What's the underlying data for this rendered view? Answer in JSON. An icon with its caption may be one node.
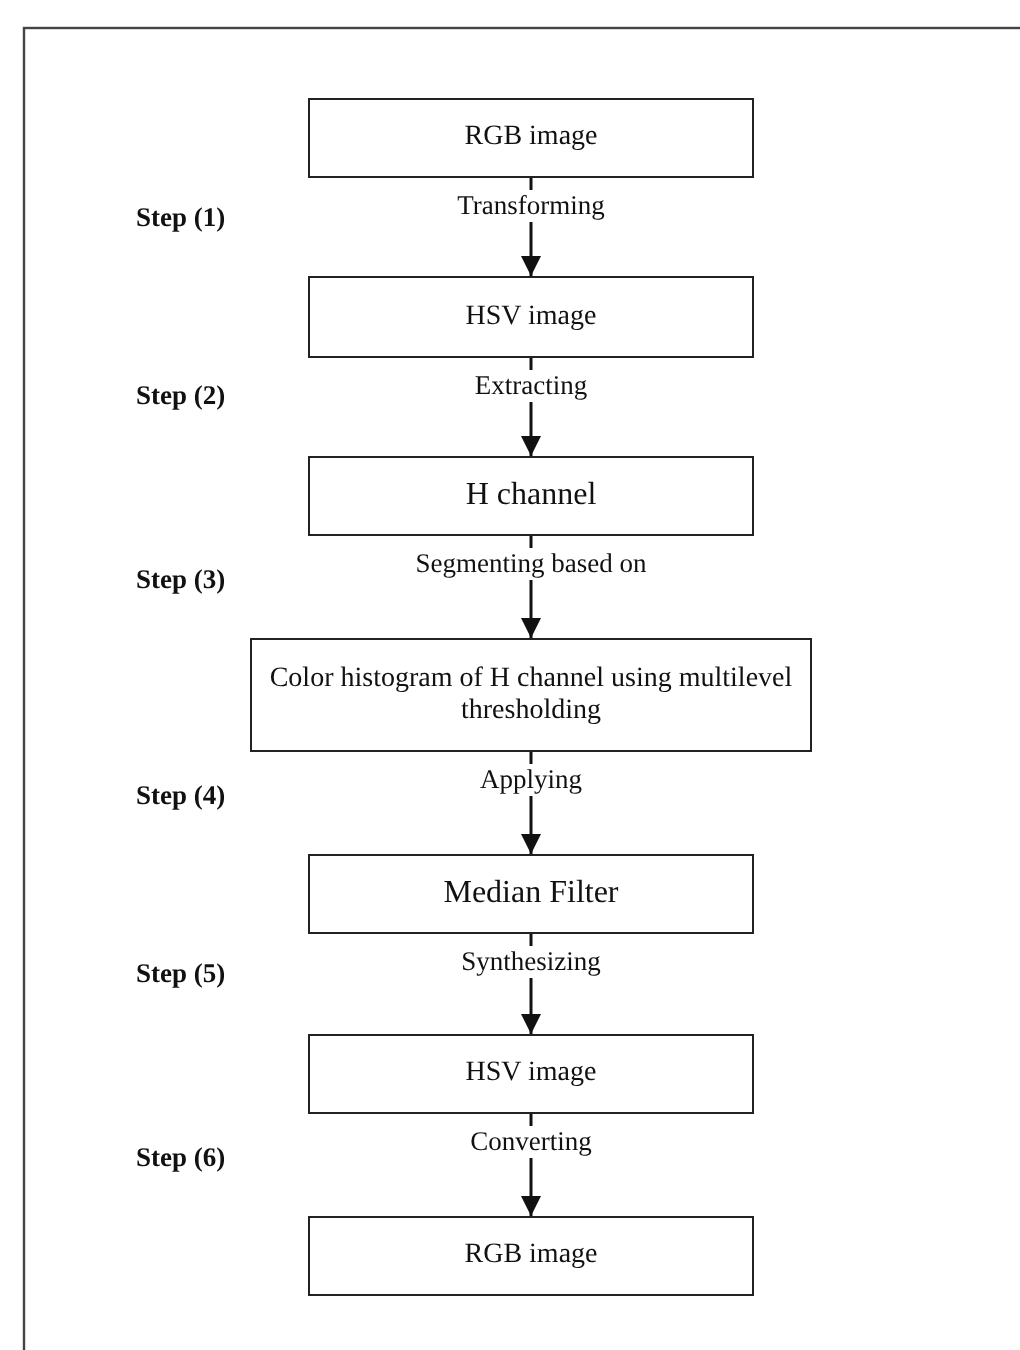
{
  "diagram": {
    "nodes": [
      {
        "text": [
          "RGB image"
        ]
      },
      {
        "text": [
          "HSV image"
        ]
      },
      {
        "text": [
          "H channel"
        ]
      },
      {
        "text": [
          "Color histogram of H channel using multilevel thresholding"
        ]
      },
      {
        "text": [
          "Median Filter"
        ]
      },
      {
        "text": [
          "HSV image"
        ]
      },
      {
        "text": [
          "RGB image"
        ]
      }
    ],
    "edges": [
      {
        "from": 0,
        "to": 1,
        "arrow": "to",
        "label": "Transforming"
      },
      {
        "from": 1,
        "to": 2,
        "arrow": "to",
        "label": "Extracting"
      },
      {
        "from": 2,
        "to": 3,
        "arrow": "to",
        "label": "Segmenting based on"
      },
      {
        "from": 3,
        "to": 4,
        "arrow": "to",
        "label": "Applying"
      },
      {
        "from": 4,
        "to": 5,
        "arrow": "to",
        "label": "Synthesizing"
      },
      {
        "from": 5,
        "to": 6,
        "arrow": "to",
        "label": "Converting"
      }
    ],
    "labels": [
      "Step (1)",
      "Step (2)",
      "Step (3)",
      "Step (4)",
      "Step (5)",
      "Step (6)"
    ]
  }
}
